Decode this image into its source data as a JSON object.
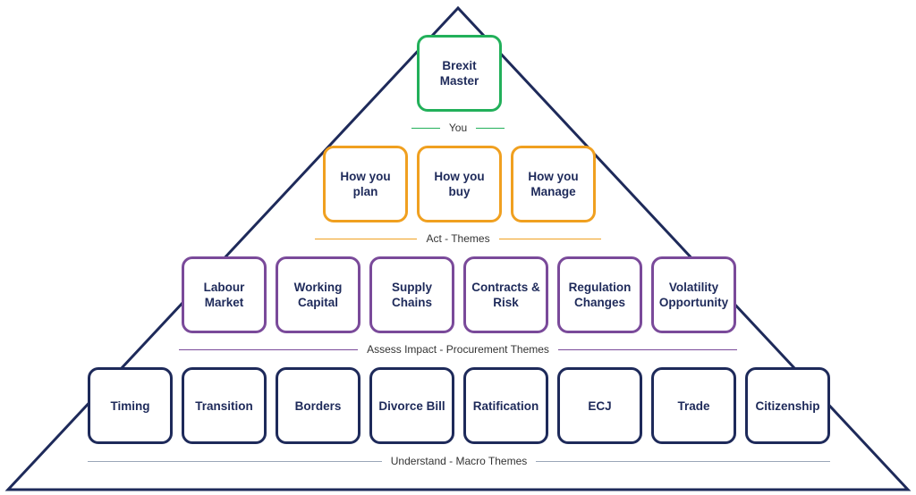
{
  "colors": {
    "pyramid": "#1e2a5a",
    "text": "#1e2a5a",
    "you": "#22b05a",
    "act": "#f0a020",
    "assess": "#7a4a9a",
    "understand": "#1e2a5a"
  },
  "you": {
    "boxes": [
      "Brexit\nMaster"
    ],
    "label": "You"
  },
  "act": {
    "boxes": [
      "How you\nplan",
      "How you\nbuy",
      "How you\nManage"
    ],
    "label": "Act -  Themes"
  },
  "assess": {
    "boxes": [
      "Labour\nMarket",
      "Working\nCapital",
      "Supply\nChains",
      "Contracts &\nRisk",
      "Regulation\nChanges",
      "Volatility\nOpportunity"
    ],
    "label": "Assess Impact - Procurement Themes"
  },
  "understand": {
    "boxes": [
      "Timing",
      "Transition",
      "Borders",
      "Divorce Bill",
      "Ratification",
      "ECJ",
      "Trade",
      "Citizenship"
    ],
    "label": "Understand - Macro Themes"
  }
}
